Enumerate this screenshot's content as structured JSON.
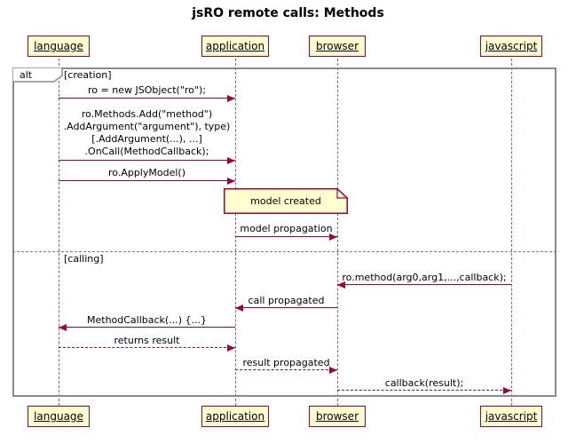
{
  "title": "jsRO remote calls: Methods",
  "participants": [
    "language",
    "application",
    "browser",
    "javascript"
  ],
  "fragment": {
    "operator": "alt",
    "guards": [
      "[creation]",
      "[calling]"
    ]
  },
  "note": {
    "text": "model created"
  },
  "messages": [
    {
      "label": "ro = new JSObject(\"ro\");",
      "from": "language",
      "to": "application",
      "line": "solid"
    },
    {
      "label_lines": [
        "ro.Methods.Add(\"method\")",
        ".AddArgument(\"argument\"), type)",
        "[.AddArgument(...), ...]",
        ".OnCall(MethodCallback);"
      ],
      "from": "language",
      "to": "application",
      "line": "solid"
    },
    {
      "label": "ro.ApplyModel()",
      "from": "language",
      "to": "application",
      "line": "solid"
    },
    {
      "label": "model propagation",
      "from": "application",
      "to": "browser",
      "line": "solid"
    },
    {
      "label": "ro.method(arg0,arg1,...,callback);",
      "from": "javascript",
      "to": "browser",
      "line": "solid"
    },
    {
      "label": "call propagated",
      "from": "browser",
      "to": "application",
      "line": "solid"
    },
    {
      "label": "MethodCallback(...) {...}",
      "from": "application",
      "to": "language",
      "line": "solid"
    },
    {
      "label": "returns result",
      "from": "language",
      "to": "application",
      "line": "dashed"
    },
    {
      "label": "result propagated",
      "from": "application",
      "to": "browser",
      "line": "dashed"
    },
    {
      "label": "callback(result);",
      "from": "browser",
      "to": "javascript",
      "line": "dashed"
    }
  ],
  "colors": {
    "participant_fill": "#FEFECE",
    "accent_border": "#A80036",
    "frame_border": "#888888",
    "text": "#000000"
  }
}
